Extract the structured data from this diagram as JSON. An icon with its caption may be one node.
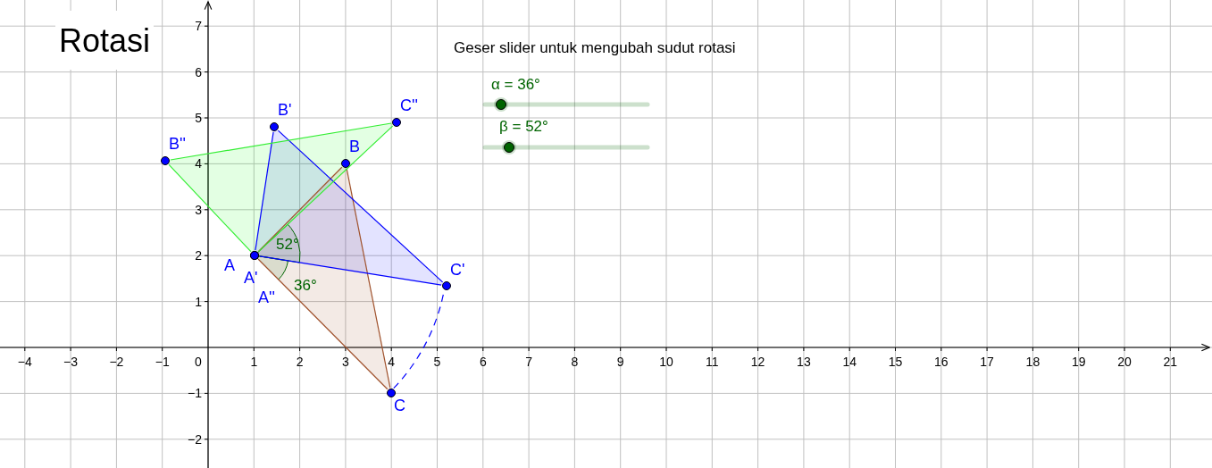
{
  "diagram": {
    "title": "Rotasi",
    "nodes": [
      {
        "text": [
          "A"
        ]
      },
      {
        "text": [
          "B"
        ]
      },
      {
        "text": [
          "C"
        ]
      },
      {
        "text": [
          "A'"
        ]
      },
      {
        "text": [
          "B'"
        ]
      },
      {
        "text": [
          "C'"
        ]
      },
      {
        "text": [
          "A''"
        ]
      },
      {
        "text": [
          "B''"
        ]
      },
      {
        "text": [
          "C''"
        ]
      }
    ],
    "edges": [
      {
        "from": 0,
        "to": 1,
        "arrow": "none",
        "color": "#a0522d"
      },
      {
        "from": 1,
        "to": 2,
        "arrow": "none",
        "color": "#a0522d"
      },
      {
        "from": 2,
        "to": 0,
        "arrow": "none",
        "color": "#a0522d"
      },
      {
        "from": 3,
        "to": 4,
        "arrow": "none",
        "color": "#0000ff"
      },
      {
        "from": 4,
        "to": 5,
        "arrow": "none",
        "color": "#0000ff"
      },
      {
        "from": 5,
        "to": 3,
        "arrow": "none",
        "color": "#0000ff"
      },
      {
        "from": 6,
        "to": 7,
        "arrow": "none",
        "color": "#33ee33"
      },
      {
        "from": 7,
        "to": 8,
        "arrow": "none",
        "color": "#33ee33"
      },
      {
        "from": 8,
        "to": 6,
        "arrow": "none",
        "color": "#33ee33"
      },
      {
        "from": 2,
        "to": 5,
        "arrow": "none",
        "style": "dashed",
        "color": "#0000ff"
      }
    ],
    "labels": [
      "Geser slider untuk mengubah sudut rotasi",
      "α = 36°",
      "β = 52°",
      "52°",
      "36°",
      "7",
      "6",
      "5",
      "4",
      "3",
      "2",
      "1",
      "−4",
      "−3",
      "−2",
      "−1",
      "0",
      "1",
      "2",
      "3",
      "4",
      "5",
      "6",
      "7",
      "8",
      "9",
      "10",
      "11",
      "12",
      "13",
      "14",
      "15",
      "16",
      "17",
      "18",
      "19",
      "20",
      "21",
      "−1",
      "−2"
    ]
  }
}
